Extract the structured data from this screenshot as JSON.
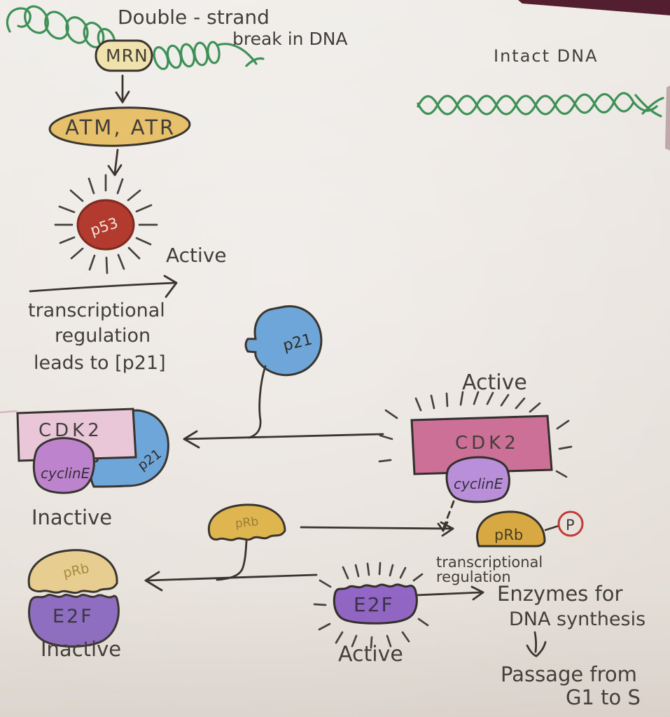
{
  "labels": {
    "break1": "Double - strand",
    "break2": "break in DNA",
    "intact": "Intact DNA",
    "mrn": "MRN",
    "atmatr": "ATM, ATR",
    "p53": "p53",
    "p53_state": "Active",
    "note1a": "transcriptional",
    "note1b": "regulation",
    "note1c": "leads to [p21]",
    "p21_free": "p21",
    "active_cdk2_state": "Active",
    "active_cdk2": "CDK2",
    "active_cycline": "cyclinE",
    "inactive_cdk2": "CDK2",
    "inactive_cycline": "cyclinE",
    "p21_bound": "p21",
    "inactive_cdk2_state": "Inactive",
    "prb_free": "pRb",
    "prb_phos": "pRb",
    "phosphate": "P",
    "prb_bound": "pRb",
    "e2f_bound": "E2F",
    "prb_e2f_state": "Inactive",
    "e2f_free": "E2F",
    "e2f_state": "Active",
    "note2a": "transcriptional",
    "note2b": "regulation",
    "outcome1a": "Enzymes for",
    "outcome1b": "DNA synthesis",
    "outcome2a": "Passage from",
    "outcome2b": "G1 to S"
  },
  "colors": {
    "paper": "#eae5df",
    "ink": "#3e3a35",
    "dna_green": "#3d9157",
    "mrn_tan": "#f0e2ad",
    "atm_tan": "#e7c06c",
    "p53_red": "#b23a2e",
    "p21_blue": "#6fa6d9",
    "cdk2_pink_light": "#eac6d9",
    "cdk2_pink_dark": "#cc7097",
    "cycline_purple": "#bd84cd",
    "prb_gold": "#d8a843",
    "e2f_purple": "#9166c4",
    "phosphate_ring_red": "#c23b33",
    "photo_edge_maroon": "#531f30"
  }
}
